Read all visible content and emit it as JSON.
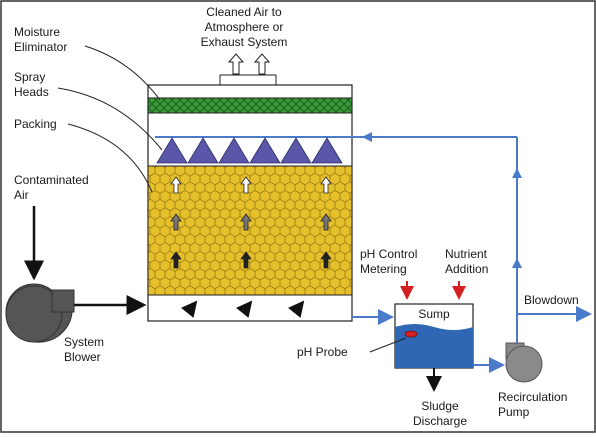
{
  "labels": {
    "cleaned_air_1": "Cleaned Air to",
    "cleaned_air_2": "Atmosphere or",
    "cleaned_air_3": "Exhaust System",
    "moisture_1": "Moisture",
    "moisture_2": "Eliminator",
    "spray_1": "Spray",
    "spray_2": "Heads",
    "packing": "Packing",
    "contaminated_1": "Contaminated",
    "contaminated_2": "Air",
    "blower_1": "System",
    "blower_2": "Blower",
    "ph_control_1": "pH Control",
    "ph_control_2": "Metering",
    "nutrient_1": "Nutrient",
    "nutrient_2": "Addition",
    "sump": "Sump",
    "ph_probe": "pH Probe",
    "sludge_1": "Sludge",
    "sludge_2": "Discharge",
    "blowdown": "Blowdown",
    "recirc_1": "Recirculation",
    "recirc_2": "Pump"
  },
  "colors": {
    "pipe": "#4a7ac8",
    "packing_fill": "#e6c02a",
    "packing_line": "#8a6e10",
    "eliminator": "#3a9a3a",
    "spray_head": "#5a57a8",
    "sump_water": "#2f67b5",
    "equipment": "#555555",
    "red_arrow": "#d42020"
  },
  "icons": [
    "upward-airflow-arrow-icon",
    "spray-head-icon",
    "blower-icon",
    "pump-icon",
    "ph-probe-icon"
  ]
}
